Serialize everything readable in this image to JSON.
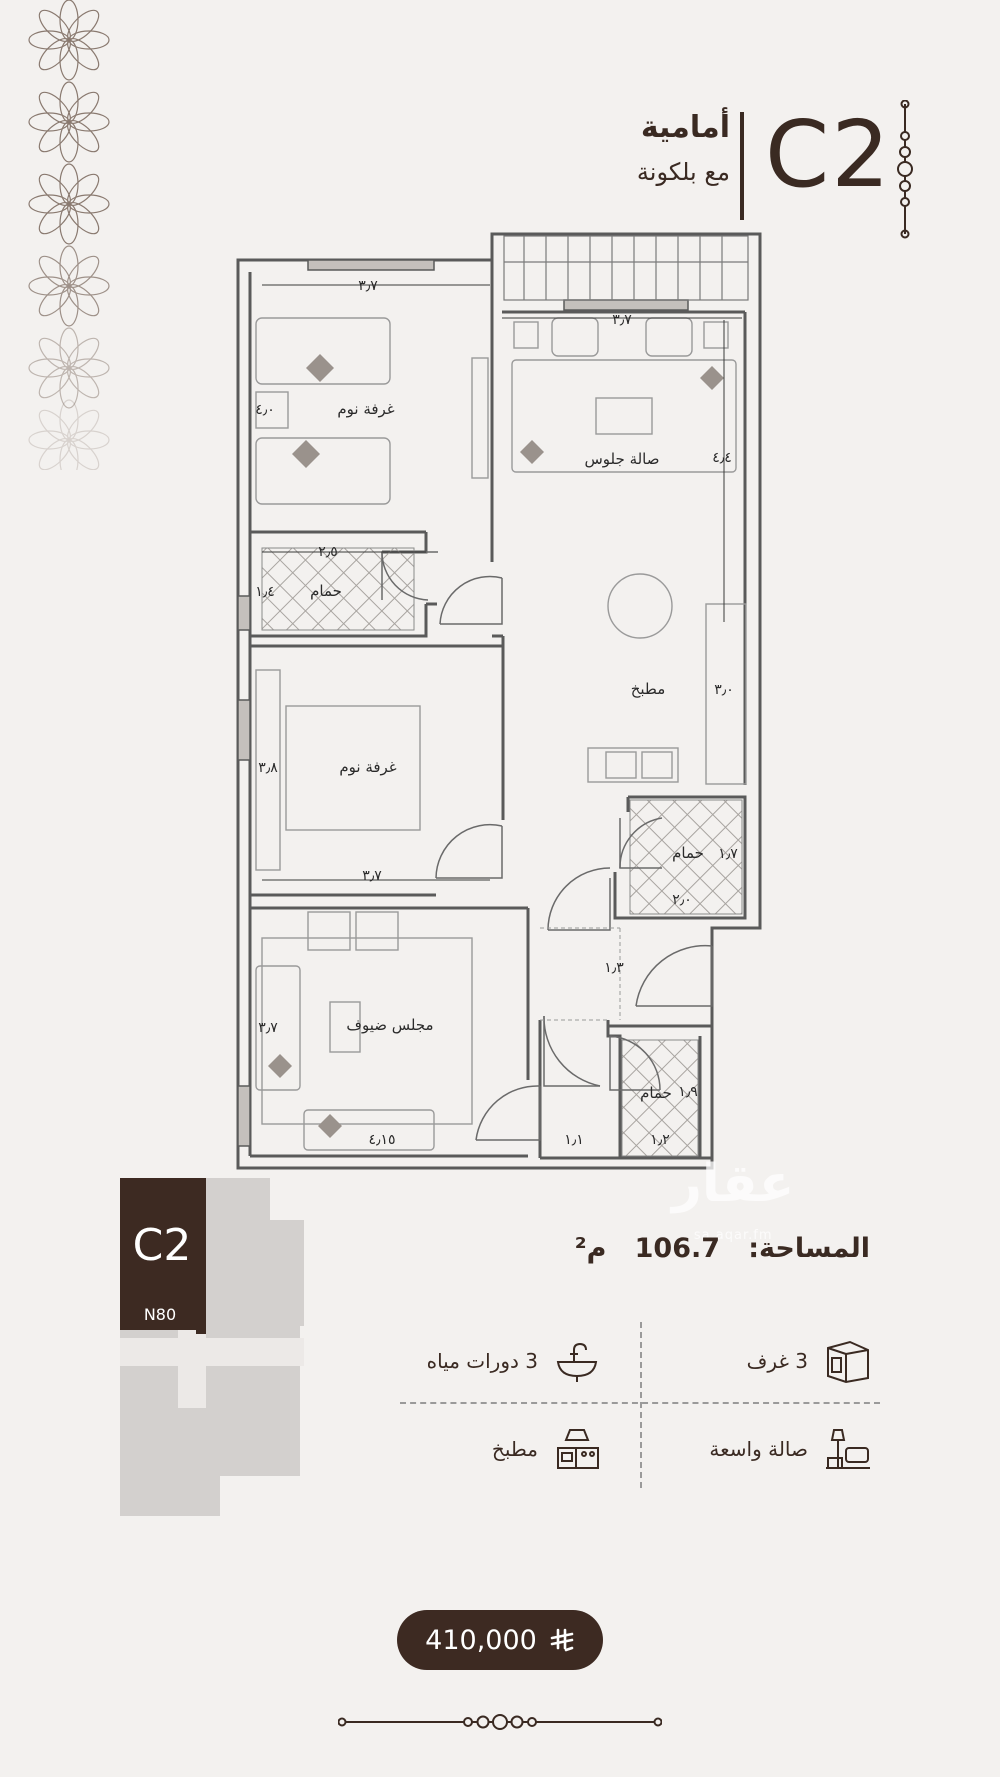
{
  "unit": {
    "code": "C2",
    "facing": "أمامية",
    "balcony": "مع بلكونة"
  },
  "rooms": {
    "bedroom1": {
      "name": "غرفة نوم",
      "dim_width": "٣٫٧",
      "dim_depth": "٤٫٠"
    },
    "living": {
      "name": "صالة جلوس",
      "dim_width": "٣٫٧",
      "dim_depth": "٤٫٤"
    },
    "bath1": {
      "name": "حمام",
      "dim_width": "٢٫٥",
      "dim_depth": "١٫٤"
    },
    "kitchen": {
      "name": "مطبخ",
      "dim": "٣٫٠"
    },
    "bedroom2": {
      "name": "غرفة نوم",
      "dim_width": "٣٫٧",
      "dim_depth": "٣٫٨"
    },
    "bath2": {
      "name": "حمام",
      "dim_width": "٢٫٠",
      "dim_depth": "١٫٧"
    },
    "corridor": {
      "dim": "١٫٣"
    },
    "majlis": {
      "name": "مجلس ضيوف",
      "dim_width": "٤٫١٥",
      "dim_depth": "٣٫٧"
    },
    "bath3": {
      "name": "حمام",
      "dim_width": "١٫٢",
      "dim_depth": "١٫٩"
    },
    "entry": {
      "dim": "١٫١"
    }
  },
  "keyplan": {
    "label": "C2",
    "sublabel": "N80"
  },
  "area": {
    "label": "المساحة:",
    "value": "106.7",
    "unit": "م²"
  },
  "features": [
    {
      "label": "3 غرف",
      "icon": "room-icon"
    },
    {
      "label": "3 دورات مياه",
      "icon": "sink-icon"
    },
    {
      "label": "صالة واسعة",
      "icon": "living-room-icon"
    },
    {
      "label": "مطبخ",
      "icon": "kitchen-icon"
    }
  ],
  "price": {
    "value": "410,000",
    "currency_symbol": "SAR-symbol-icon"
  },
  "watermark": {
    "text": "عقار",
    "sub": "sa.aqar.fm"
  },
  "colors": {
    "brand_dark": "#3d2a22",
    "background": "#f3f1ef",
    "wall": "#5a5a5a",
    "keyplan_gray": "#d3d0ce"
  }
}
